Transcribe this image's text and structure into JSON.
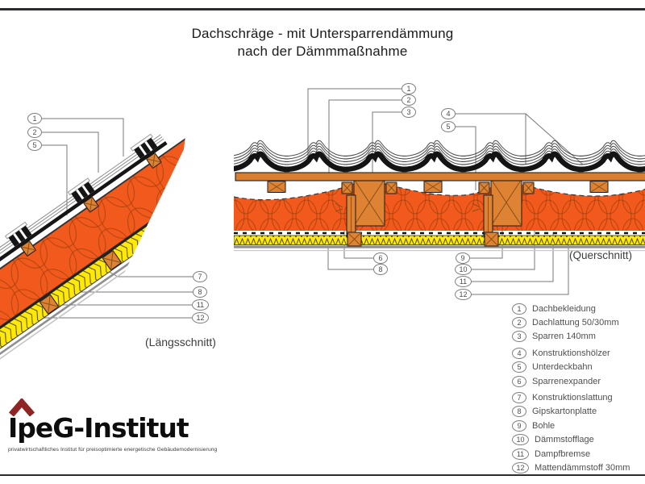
{
  "title": {
    "line1": "Dachschräge - mit Untersparrendämmung",
    "line2": "nach der Dämmmaßnahme"
  },
  "diagrams": {
    "left_caption": "(Längsschnitt)",
    "right_caption": "(Querschnitt)"
  },
  "callout_numbers": {
    "n1": "1",
    "n2": "2",
    "n3": "3",
    "n4": "4",
    "n5": "5",
    "n6": "6",
    "n7": "7",
    "n8": "8",
    "n9": "9",
    "n10": "10",
    "n11": "11",
    "n12": "12"
  },
  "legend": {
    "items": [
      {
        "num": "1",
        "label": "Dachbekleidung"
      },
      {
        "num": "2",
        "label": "Dachlattung 50/30mm"
      },
      {
        "num": "3",
        "label": "Sparren 140mm"
      },
      {
        "num": "4",
        "label": "Konstruktionshölzer"
      },
      {
        "num": "5",
        "label": "Unterdeckbahn"
      },
      {
        "num": "6",
        "label": "Sparrenexpander"
      },
      {
        "num": "7",
        "label": "Konstruktionslattung"
      },
      {
        "num": "8",
        "label": "Gipskartonplatte"
      },
      {
        "num": "9",
        "label": "Bohle"
      },
      {
        "num": "10",
        "label": "Dämmstofflage"
      },
      {
        "num": "11",
        "label": "Dampfbremse"
      },
      {
        "num": "12",
        "label": "Mattendämmstoff 30mm"
      }
    ]
  },
  "logo": {
    "name": "IpeG-Institut",
    "tagline": "privatwirtschaftliches Institut für preisoptimierte energetische Gebäudemodernisierung"
  },
  "colors": {
    "insulation_orange": "#F2591C",
    "insulation_yellow": "#FFE80A",
    "wood": "#DE8334",
    "logo_red": "#8E2424",
    "rule_dark": "#2b2b30"
  }
}
